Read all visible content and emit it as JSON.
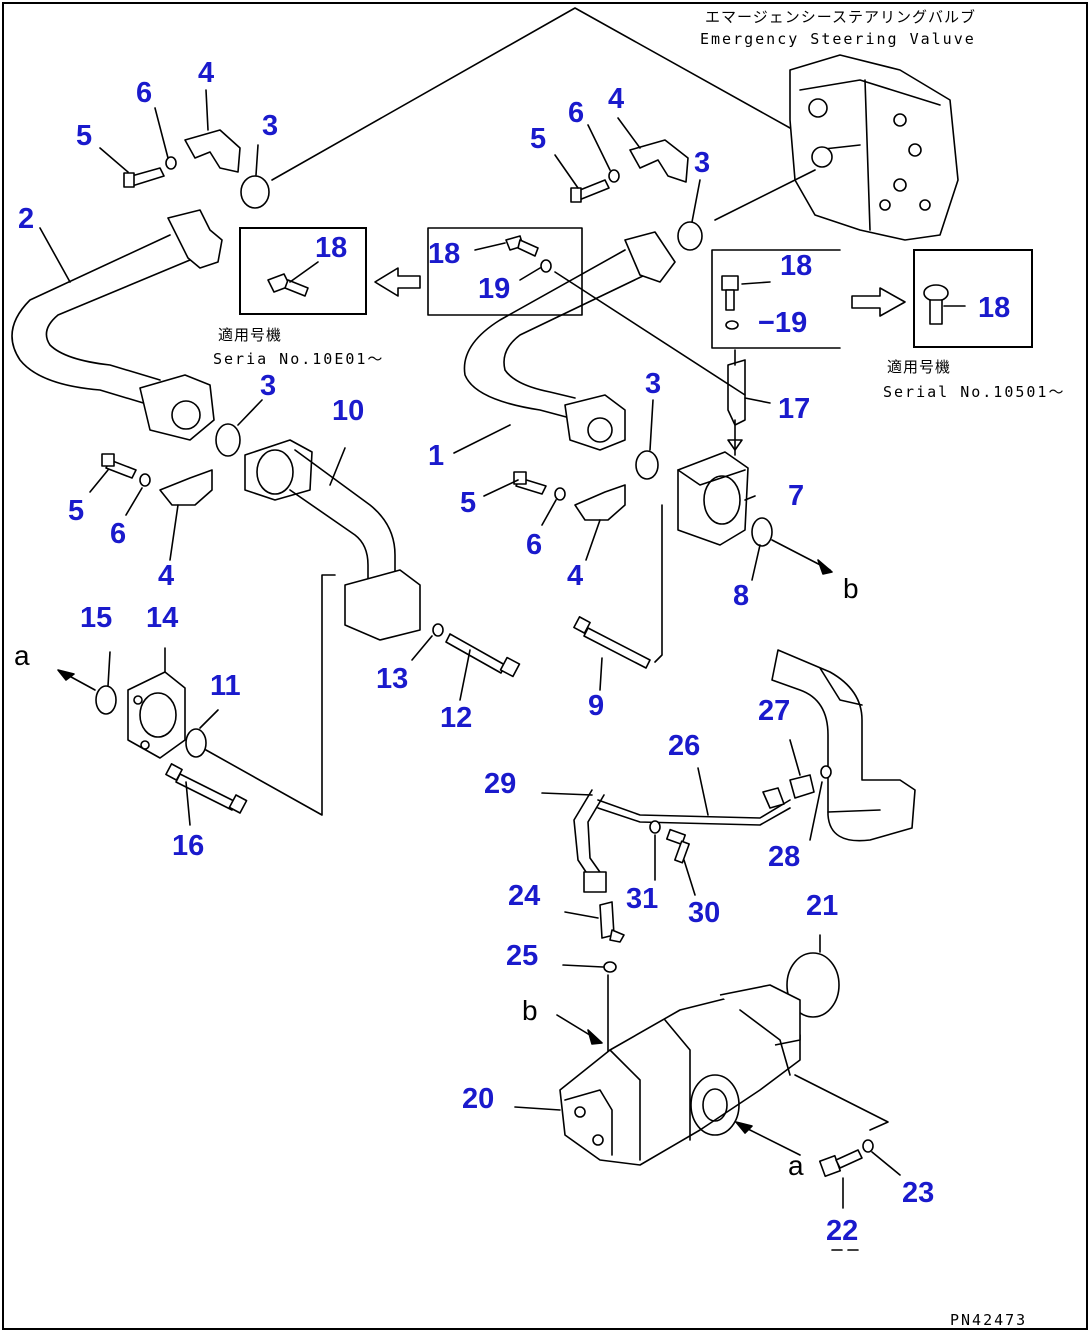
{
  "diagram": {
    "valve_label_jp": "エマージェンシーステアリングバルブ",
    "valve_label_en": "Emergency Steering  Valuve",
    "serial_note_left_jp": "適用号機",
    "serial_note_left_en": "Seria  No.10E01～",
    "serial_note_right_jp": "適用号機",
    "serial_note_right_en": "Serial No.10501～",
    "drawing_code": "PN42473",
    "connector_a": "a",
    "connector_b": "b",
    "part_labels": [
      {
        "id": "p1",
        "text": "1"
      },
      {
        "id": "p2",
        "text": "2"
      },
      {
        "id": "p3a",
        "text": "3"
      },
      {
        "id": "p3b",
        "text": "3"
      },
      {
        "id": "p3c",
        "text": "3"
      },
      {
        "id": "p3d",
        "text": "3"
      },
      {
        "id": "p4a",
        "text": "4"
      },
      {
        "id": "p4b",
        "text": "4"
      },
      {
        "id": "p4c",
        "text": "4"
      },
      {
        "id": "p4d",
        "text": "4"
      },
      {
        "id": "p5a",
        "text": "5"
      },
      {
        "id": "p5b",
        "text": "5"
      },
      {
        "id": "p5c",
        "text": "5"
      },
      {
        "id": "p5d",
        "text": "5"
      },
      {
        "id": "p6a",
        "text": "6"
      },
      {
        "id": "p6b",
        "text": "6"
      },
      {
        "id": "p6c",
        "text": "6"
      },
      {
        "id": "p6d",
        "text": "6"
      },
      {
        "id": "p7",
        "text": "7"
      },
      {
        "id": "p8",
        "text": "8"
      },
      {
        "id": "p9",
        "text": "9"
      },
      {
        "id": "p10",
        "text": "10"
      },
      {
        "id": "p11",
        "text": "11"
      },
      {
        "id": "p12",
        "text": "12"
      },
      {
        "id": "p13",
        "text": "13"
      },
      {
        "id": "p14",
        "text": "14"
      },
      {
        "id": "p15",
        "text": "15"
      },
      {
        "id": "p16",
        "text": "16"
      },
      {
        "id": "p17",
        "text": "17"
      },
      {
        "id": "p18a",
        "text": "18"
      },
      {
        "id": "p18b",
        "text": "18"
      },
      {
        "id": "p18c",
        "text": "18"
      },
      {
        "id": "p18d",
        "text": "18"
      },
      {
        "id": "p19a",
        "text": "19"
      },
      {
        "id": "p19b",
        "text": "−19"
      },
      {
        "id": "p20",
        "text": "20"
      },
      {
        "id": "p21",
        "text": "21"
      },
      {
        "id": "p22",
        "text": "22"
      },
      {
        "id": "p23",
        "text": "23"
      },
      {
        "id": "p24",
        "text": "24"
      },
      {
        "id": "p25",
        "text": "25"
      },
      {
        "id": "p26",
        "text": "26"
      },
      {
        "id": "p27",
        "text": "27"
      },
      {
        "id": "p28",
        "text": "28"
      },
      {
        "id": "p29",
        "text": "29"
      },
      {
        "id": "p30",
        "text": "30"
      },
      {
        "id": "p31",
        "text": "31"
      }
    ]
  }
}
